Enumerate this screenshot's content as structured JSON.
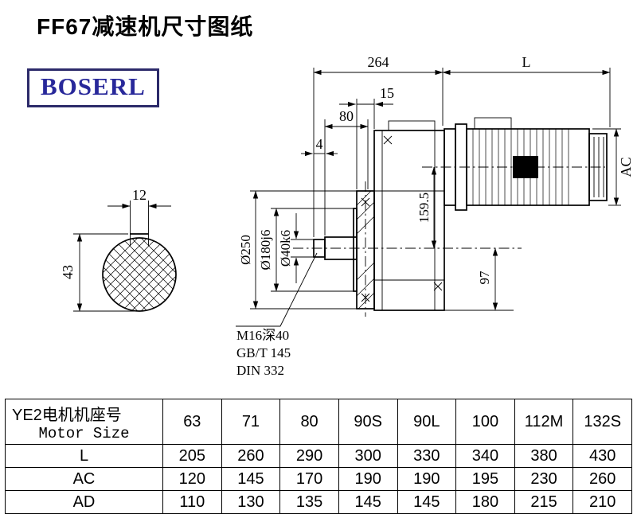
{
  "page": {
    "title": "FF67减速机尺寸图纸",
    "brand": "BOSERL"
  },
  "drawing": {
    "dim_264": "264",
    "dim_L": "L",
    "dim_15": "15",
    "dim_80": "80",
    "dim_4": "4",
    "dim_AC": "AC",
    "dim_159_5": "159.5",
    "dim_97": "97",
    "dia_250": "Ø250",
    "dia_180": "Ø180j6",
    "dia_40": "Ø40k6",
    "dim_12": "12",
    "dim_43": "43",
    "thread_note": "M16深40",
    "standard_note": "GB/T 145",
    "din_note": "DIN 332"
  },
  "table": {
    "header": {
      "line1": "YE2电机机座号",
      "line2": "Motor Size"
    },
    "sizes": [
      "63",
      "71",
      "80",
      "90S",
      "90L",
      "100",
      "112M",
      "132S"
    ],
    "rows": [
      {
        "label": "L",
        "values": [
          "205",
          "260",
          "290",
          "300",
          "330",
          "340",
          "380",
          "430"
        ]
      },
      {
        "label": "AC",
        "values": [
          "120",
          "145",
          "170",
          "190",
          "190",
          "195",
          "230",
          "260"
        ]
      },
      {
        "label": "AD",
        "values": [
          "110",
          "130",
          "135",
          "145",
          "145",
          "180",
          "215",
          "210"
        ]
      }
    ]
  }
}
